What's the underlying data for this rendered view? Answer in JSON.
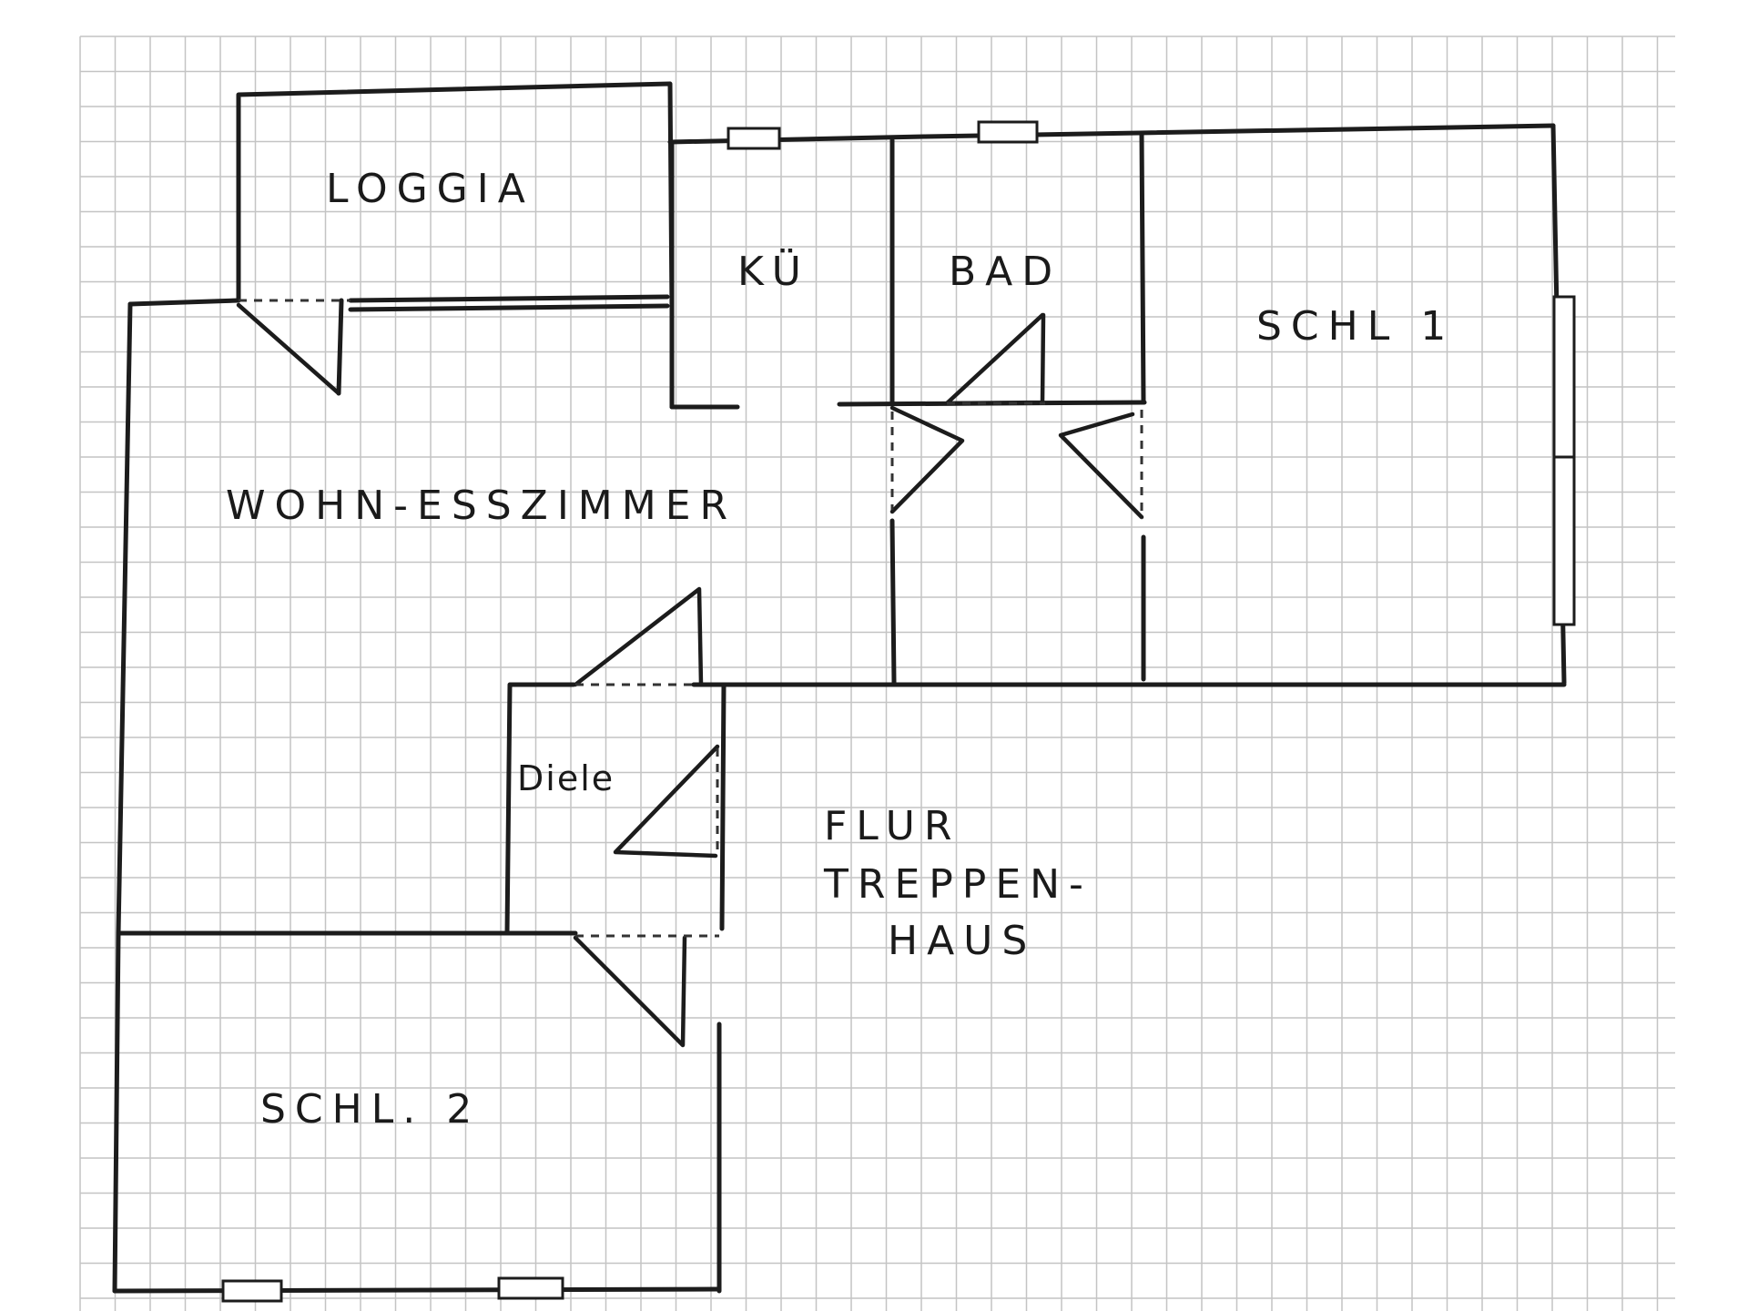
{
  "plan": {
    "rooms": {
      "loggia": "LOGGIA",
      "kueche": "KÜ",
      "bad": "BAD",
      "schl1": "SCHL 1",
      "wohn": "WOHN-ESSZIMMER",
      "diele": "Diele",
      "flur_line1": "FLUR",
      "flur_line2": "TREPPEN-",
      "flur_line3": "HAUS",
      "schl2": "SCHL. 2"
    }
  }
}
